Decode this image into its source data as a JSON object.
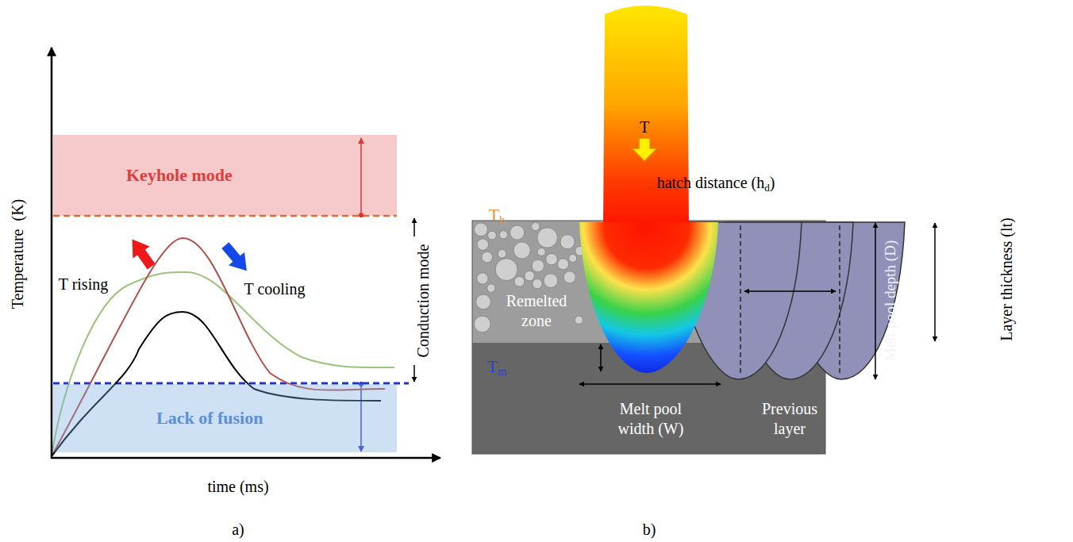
{
  "diagram": {
    "nodes": [
      {
        "text": [
          "Keyhole mode"
        ]
      },
      {
        "text": [
          "Lack of fusion"
        ]
      }
    ],
    "labels": [
      "T rising",
      "T cooling",
      "Conduction mode",
      "T",
      "b",
      "T",
      "m",
      "Temperature  (K)",
      "time (ms)",
      "a)",
      "T",
      "hatch distance (h",
      "d",
      ")",
      "Melt pool depth (D)",
      "Layer thickness (lt)",
      "Remelted zone",
      "Melt pool width (W)",
      "Previous layer",
      "b)"
    ]
  }
}
